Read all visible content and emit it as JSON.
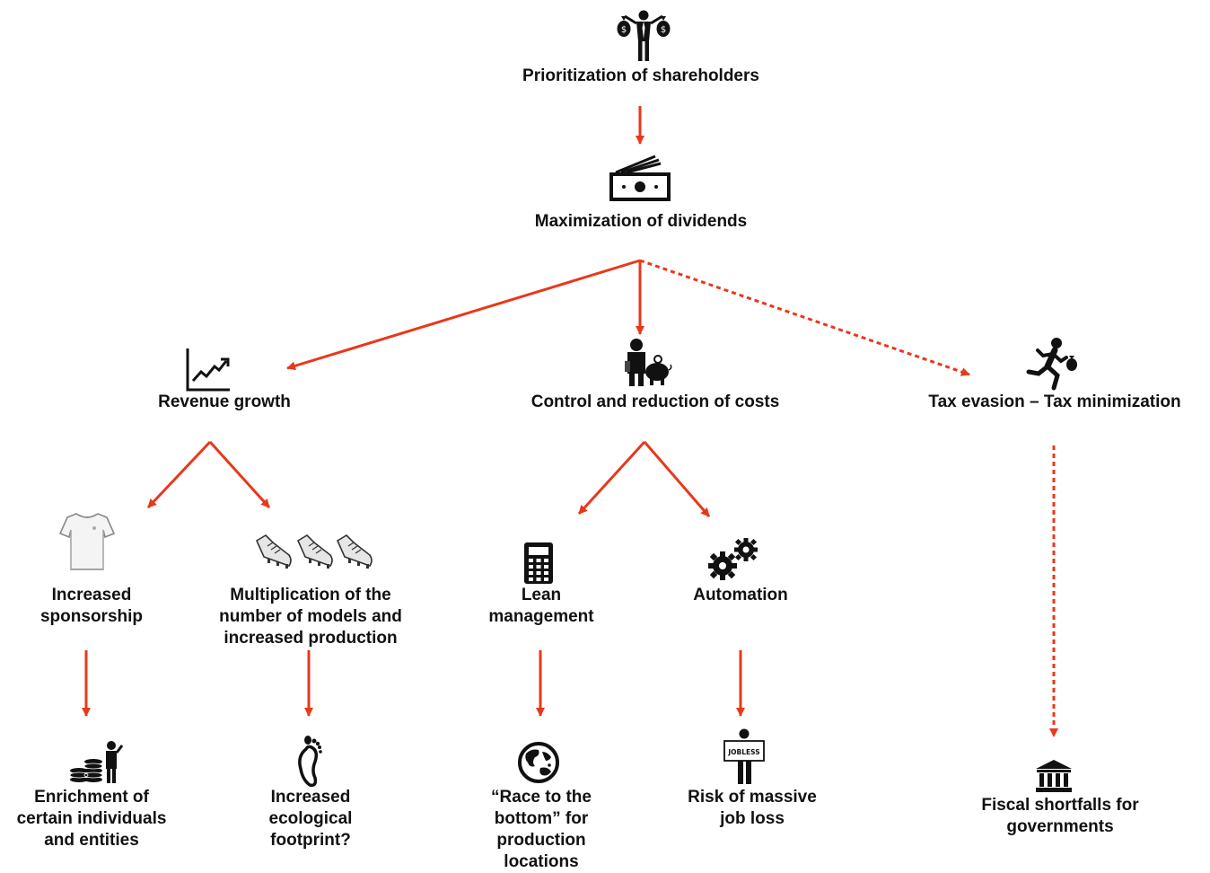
{
  "colors": {
    "arrow": "#e8381a",
    "ink": "#111111"
  },
  "nodes": {
    "shareholders": {
      "label": "Prioritization of shareholders",
      "icon": "businessman-money-bags-icon"
    },
    "dividends": {
      "label": "Maximization of dividends",
      "icon": "banknote-icon"
    },
    "revenue": {
      "label": "Revenue growth",
      "icon": "growth-chart-icon"
    },
    "costs": {
      "label": "Control and reduction of costs",
      "icon": "businessman-piggy-bank-icon"
    },
    "tax": {
      "label": "Tax evasion – Tax minimization",
      "icon": "running-thief-icon"
    },
    "sponsorship": {
      "label_lines": [
        "Increased",
        "sponsorship"
      ],
      "icon": "jersey-icon"
    },
    "models": {
      "label_lines": [
        "Multiplication of the",
        "number of models and",
        "increased production"
      ],
      "icon": "football-boots-icon"
    },
    "lean": {
      "label_lines": [
        "Lean",
        "management"
      ],
      "icon": "calculator-icon"
    },
    "automation": {
      "label": "Automation",
      "icon": "gears-icon"
    },
    "enrichment": {
      "label_lines": [
        "Enrichment of",
        "certain individuals",
        "and entities"
      ],
      "icon": "coin-stacks-person-icon"
    },
    "footprint": {
      "label_lines": [
        "Increased",
        "ecological",
        "footprint?"
      ],
      "icon": "footprint-icon"
    },
    "race": {
      "label_lines": [
        "“Race to the",
        "bottom” for",
        "production",
        "locations"
      ],
      "icon": "globe-icon"
    },
    "jobloss": {
      "label_lines": [
        "Risk of massive",
        "job loss"
      ],
      "icon": "jobless-sign-icon",
      "sign_text": "JOBLESS"
    },
    "fiscal": {
      "label_lines": [
        "Fiscal shortfalls for",
        "governments"
      ],
      "icon": "government-building-icon"
    }
  }
}
